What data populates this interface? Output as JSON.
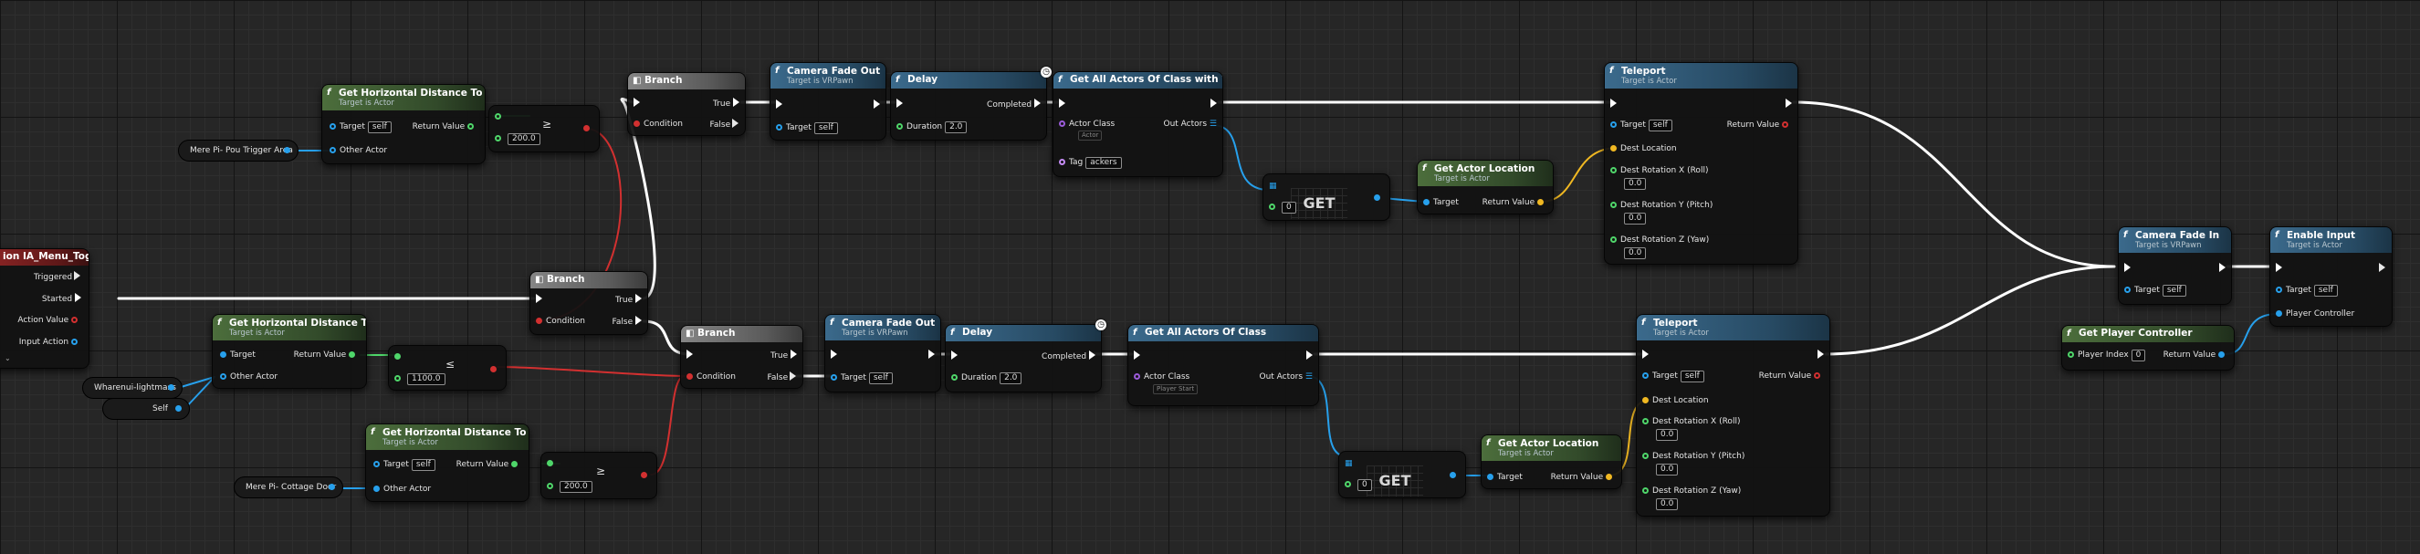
{
  "nodes": {
    "event_ia_menu": {
      "title": "ion IA_Menu_Toggle_Right",
      "triggered": "Triggered",
      "started": "Started",
      "action_value": "Action Value",
      "input_action": "Input Action"
    },
    "hdist_1": {
      "title": "Get Horizontal Distance To",
      "subtitle": "Target is Actor",
      "target": "Target",
      "target_value": "self",
      "return_value": "Return Value",
      "other_actor": "Other Actor"
    },
    "hdist_2": {
      "title": "Get Horizontal Distance To",
      "subtitle": "Target is Actor",
      "target": "Target",
      "return_value": "Return Value",
      "other_actor": "Other Actor"
    },
    "hdist_3": {
      "title": "Get Horizontal Distance To",
      "subtitle": "Target is Actor",
      "target": "Target",
      "target_value": "self",
      "return_value": "Return Value",
      "other_actor": "Other Actor"
    },
    "compare_1": {
      "value": "200.0"
    },
    "compare_2": {
      "value": "1100.0"
    },
    "compare_3": {
      "value": "200.0"
    },
    "var_trigger_area": {
      "label": "Mere Pi- Pou Trigger Area"
    },
    "var_lightmass": {
      "label": "Wharenui-lightmass"
    },
    "var_self": {
      "label": "Self"
    },
    "var_cottage_door": {
      "label": "Mere Pi- Cottage Door"
    },
    "branch_top": {
      "title": "Branch",
      "condition": "Condition",
      "true_label": "True",
      "false_label": "False"
    },
    "branch_mid": {
      "title": "Branch",
      "condition": "Condition",
      "true_label": "True",
      "false_label": "False"
    },
    "branch_bot": {
      "title": "Branch",
      "condition": "Condition",
      "true_label": "True",
      "false_label": "False"
    },
    "fade_out_1": {
      "title": "Camera Fade Out",
      "subtitle": "Target is VRPawn",
      "target": "Target",
      "target_value": "self"
    },
    "fade_out_2": {
      "title": "Camera Fade Out",
      "subtitle": "Target is VRPawn",
      "target": "Target",
      "target_value": "self"
    },
    "delay_1": {
      "title": "Delay",
      "completed": "Completed",
      "duration": "Duration",
      "duration_value": "2.0"
    },
    "delay_2": {
      "title": "Delay",
      "completed": "Completed",
      "duration": "Duration",
      "duration_value": "2.0"
    },
    "get_actors_tag": {
      "title": "Get All Actors Of Class with Tag",
      "actor_class": "Actor Class",
      "actor_class_value": "Actor",
      "out_actors": "Out Actors",
      "tag": "Tag",
      "tag_value": "ackers"
    },
    "get_actors": {
      "title": "Get All Actors Of Class",
      "actor_class": "Actor Class",
      "actor_class_value": "Player Start",
      "out_actors": "Out Actors"
    },
    "get_1": {
      "label": "GET",
      "index": "0"
    },
    "get_2": {
      "label": "GET",
      "index": "0"
    },
    "actor_loc_1": {
      "title": "Get Actor Location",
      "subtitle": "Target is Actor",
      "target": "Target",
      "return_value": "Return Value"
    },
    "actor_loc_2": {
      "title": "Get Actor Location",
      "subtitle": "Target is Actor",
      "target": "Target",
      "return_value": "Return Value"
    },
    "teleport_1": {
      "title": "Teleport",
      "subtitle": "Target is Actor",
      "target": "Target",
      "target_value": "self",
      "return_value": "Return Value",
      "dest_location": "Dest Location",
      "rot_x": "Dest Rotation X (Roll)",
      "rot_y": "Dest Rotation Y (Pitch)",
      "rot_z": "Dest Rotation Z (Yaw)",
      "rot_x_val": "0.0",
      "rot_y_val": "0.0",
      "rot_z_val": "0.0"
    },
    "teleport_2": {
      "title": "Teleport",
      "subtitle": "Target is Actor",
      "target": "Target",
      "target_value": "self",
      "return_value": "Return Value",
      "dest_location": "Dest Location",
      "rot_x": "Dest Rotation X (Roll)",
      "rot_y": "Dest Rotation Y (Pitch)",
      "rot_z": "Dest Rotation Z (Yaw)",
      "rot_x_val": "0.0",
      "rot_y_val": "0.0",
      "rot_z_val": "0.0"
    },
    "fade_in": {
      "title": "Camera Fade In",
      "subtitle": "Target is VRPawn",
      "target": "Target",
      "target_value": "self"
    },
    "enable_input": {
      "title": "Enable Input",
      "subtitle": "Target is Actor",
      "target": "Target",
      "target_value": "self",
      "player_controller": "Player Controller"
    },
    "get_player_controller": {
      "title": "Get Player Controller",
      "player_index": "Player Index",
      "player_index_value": "0",
      "return_value": "Return Value"
    }
  },
  "colors": {
    "exec": "#ffffff",
    "object": "#27a0ec",
    "float": "#4fd66a",
    "bool": "#d23030",
    "vector": "#f0b822",
    "class": "#9a5bd8",
    "name": "#c58cf5"
  }
}
